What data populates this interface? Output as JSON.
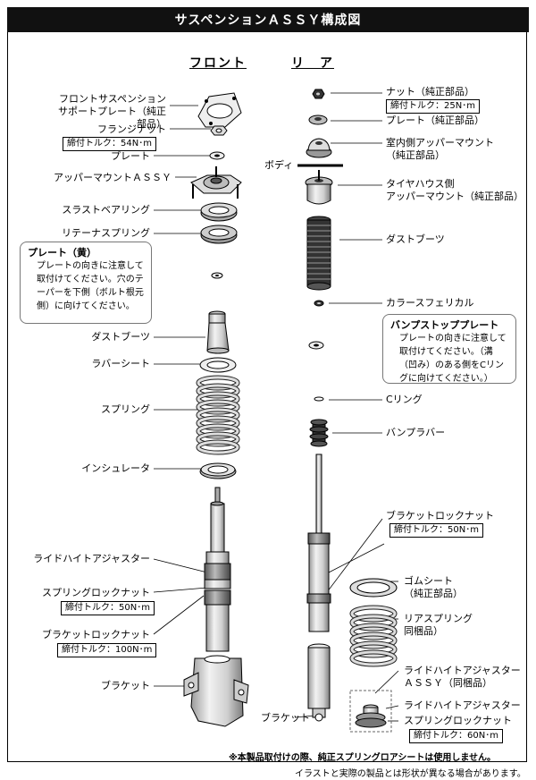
{
  "title": "サスペンションＡＳＳＹ構成図",
  "front_heading": "フロント",
  "rear_heading": "リ　ア",
  "front": {
    "support_plate": "フロントサスペンション\nサポートプレート（純正部品）",
    "flange_nut": "フランジナット",
    "flange_torque": "締付トルク：54N･m",
    "plate": "プレート",
    "upper_mount": "アッパーマウントＡＳＳＹ",
    "thrust_bearing": "スラストベアリング",
    "retainer_spring": "リテーナスプリング",
    "plate_note_title": "プレート（黄）",
    "plate_note_body": "プレートの向きに注意して取付けてください。穴のテーパーを下側（ボルト根元側）に向けてください。",
    "dust_boot": "ダストブーツ",
    "rubber_seat": "ラバーシート",
    "spring": "スプリング",
    "insulator": "インシュレータ",
    "ride_height_adjuster": "ライドハイトアジャスター",
    "spring_lock_nut": "スプリングロックナット",
    "spring_lock_torque": "締付トルク：50N･m",
    "bracket_lock_nut": "ブラケットロックナット",
    "bracket_lock_torque": "締付トルク：100N･m",
    "bracket": "ブラケット"
  },
  "rear": {
    "body": "ボディ",
    "nut": "ナット（純正部品）",
    "nut_torque": "締付トルク：25N･m",
    "plate": "プレート（純正部品）",
    "upper_mount_cabin": "室内側アッパーマウント\n（純正部品）",
    "upper_mount_tire": "タイヤハウス側\nアッパーマウント（純正部品）",
    "dust_boot": "ダストブーツ",
    "collar": "カラースフェリカル",
    "bump_note_title": "バンプストッププレート",
    "bump_note_body": "プレートの向きに注意して取付けてください。（溝（凹み）のある側をCリングに向けてください。）",
    "c_ring": "Cリング",
    "bump_rubber": "バンプラバー",
    "bracket_lock_nut": "ブラケットロックナット",
    "bracket_lock_torque": "締付トルク：50N･m",
    "rubber_seat": "ゴムシート\n（純正部品）",
    "rear_spring": "リアスプリング\n同梱品）",
    "ride_height_assy": "ライドハイトアジャスター\nＡＳＳＹ（同梱品）",
    "ride_height_adjuster": "ライドハイトアジャスター",
    "spring_lock_nut": "スプリングロックナット",
    "spring_lock_torque": "締付トルク：60N･m",
    "bracket": "ブラケット"
  },
  "footer_note": "※本製品取付けの際、純正スプリングロアシートは使用しません。",
  "footer_disclaimer": "イラストと実際の製品とは形状が異なる場合があります。",
  "colors": {
    "header_bg": "#111111",
    "part_fill": "#d9d9d9",
    "part_dark": "#8a8a8a"
  }
}
